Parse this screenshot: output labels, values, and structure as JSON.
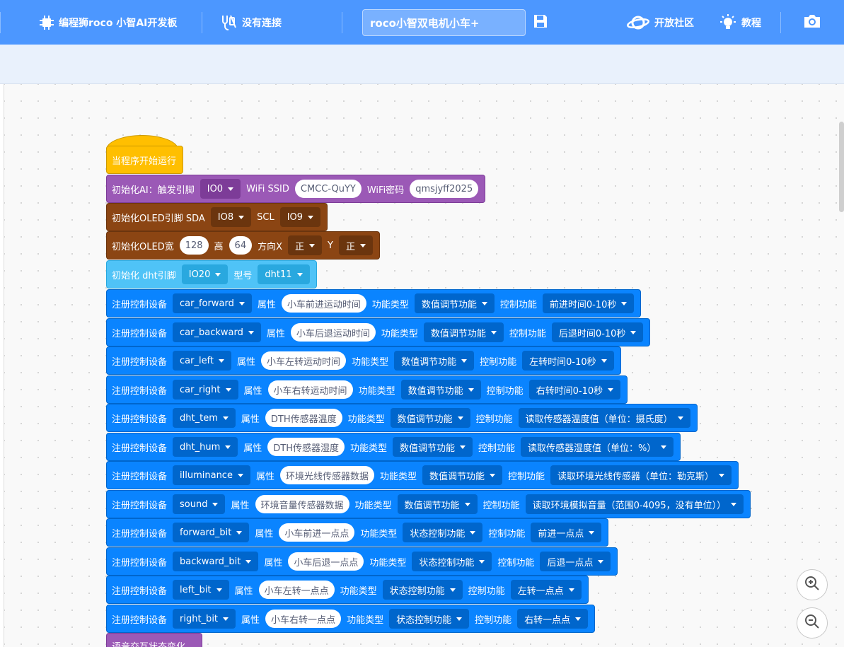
{
  "topbar": {
    "board_label": "编程狮roco 小智AI开发板",
    "connection_label": "没有连接",
    "project_name": "roco小智双电机小车+",
    "community_label": "开放社区",
    "tutorial_label": "教程"
  },
  "colors": {
    "topbar": "#4c97ff",
    "event": "#ffbf00",
    "ai": "#9b59b6",
    "oled": "#8b4513",
    "dht": "#4fc3f7",
    "register": "#0a84ff"
  },
  "blocks": {
    "hat": {
      "label": "当程序开始运行"
    },
    "ai": {
      "label": "初始化AI：触发引脚",
      "pin": "IO0",
      "ssid_label": "WiFi SSID",
      "ssid": "CMCC-QuYY",
      "pwd_label": "WiFi密码",
      "pwd": "qmsjyff2025"
    },
    "oled_pins": {
      "label": "初始化OLED引脚 SDA",
      "sda": "IO8",
      "scl_label": "SCL",
      "scl": "IO9"
    },
    "oled_size": {
      "label": "初始化OLED宽",
      "width": "128",
      "height_label": "高",
      "height": "64",
      "dirx_label": "方向X",
      "dirx": "正",
      "diry_label": "Y",
      "diry": "正"
    },
    "dht": {
      "label": "初始化 dht引脚",
      "pin": "IO20",
      "model_label": "型号",
      "model": "dht11"
    },
    "register_label": "注册控制设备",
    "attr_label": "属性",
    "type_label": "功能类型",
    "ctrl_label": "控制功能",
    "registers": [
      {
        "device": "car_forward",
        "attr": "小车前进运动时间",
        "type": "数值调节功能",
        "ctrl": "前进时间0-10秒"
      },
      {
        "device": "car_backward",
        "attr": "小车后退运动时间",
        "type": "数值调节功能",
        "ctrl": "后退时间0-10秒"
      },
      {
        "device": "car_left",
        "attr": "小车左转运动时间",
        "type": "数值调节功能",
        "ctrl": "左转时间0-10秒"
      },
      {
        "device": "car_right",
        "attr": "小车右转运动时间",
        "type": "数值调节功能",
        "ctrl": "右转时间0-10秒"
      },
      {
        "device": "dht_tem",
        "attr": "DTH传感器温度",
        "type": "数值调节功能",
        "ctrl": "读取传感器温度值（单位：摄氏度）"
      },
      {
        "device": "dht_hum",
        "attr": "DTH传感器湿度",
        "type": "数值调节功能",
        "ctrl": "读取传感器湿度值（单位：%）"
      },
      {
        "device": "illuminance",
        "attr": "环境光线传感器数据",
        "type": "数值调节功能",
        "ctrl": "读取环境光线传感器（单位：勒克斯）"
      },
      {
        "device": "sound",
        "attr": "环境音量传感器数据",
        "type": "数值调节功能",
        "ctrl": "读取环境模拟音量（范围0-4095，没有单位））"
      },
      {
        "device": "forward_bit",
        "attr": "小车前进一点点",
        "type": "状态控制功能",
        "ctrl": "前进一点点"
      },
      {
        "device": "backward_bit",
        "attr": "小车后退一点点",
        "type": "状态控制功能",
        "ctrl": "后退一点点"
      },
      {
        "device": "left_bit",
        "attr": "小车左转一点点",
        "type": "状态控制功能",
        "ctrl": "左转一点点"
      },
      {
        "device": "right_bit",
        "attr": "小车右转一点点",
        "type": "状态控制功能",
        "ctrl": "右转一点点"
      }
    ],
    "voice": {
      "label": "语音交互状态变化"
    }
  }
}
